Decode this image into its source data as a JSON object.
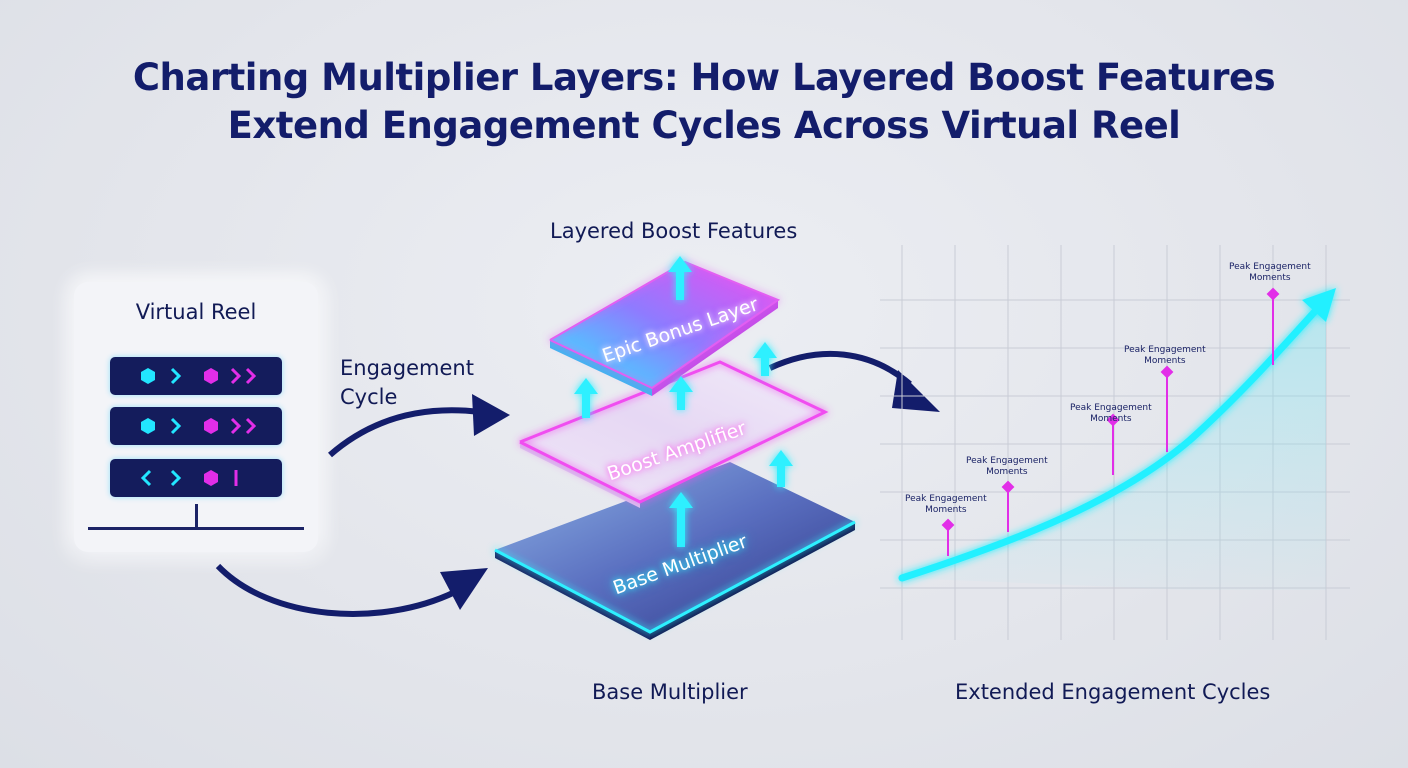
{
  "title": {
    "line1": "Charting Multiplier Layers: How Layered Boost Features",
    "line2": "Extend Engagement Cycles Across Virtual Reel"
  },
  "virtual_reel": {
    "title": "Virtual Reel"
  },
  "engagement_cycle": {
    "line1": "Engagement",
    "line2": "Cycle"
  },
  "layers": {
    "heading": "Layered Boost Features",
    "items": [
      "Epic Bonus Layer",
      "Boost Amplifier",
      "Base Multiplier"
    ],
    "caption": "Base Multiplier"
  },
  "chart": {
    "caption": "Extended Engagement Cycles",
    "peak_labels": [
      {
        "line1": "Peak Engagement",
        "line2": "Moments"
      },
      {
        "line1": "Peak Engagement",
        "line2": "Moments"
      },
      {
        "line1": "Peak Engagement",
        "line2": "Moments"
      },
      {
        "line1": "Peak Engagement",
        "line2": "Moments"
      },
      {
        "line1": "Peak Engagement",
        "line2": "Moments"
      }
    ]
  },
  "colors": {
    "navy": "#131d6b",
    "cyan": "#1ff0ff",
    "magenta": "#e02ce6",
    "background": "#e6e8ee"
  }
}
